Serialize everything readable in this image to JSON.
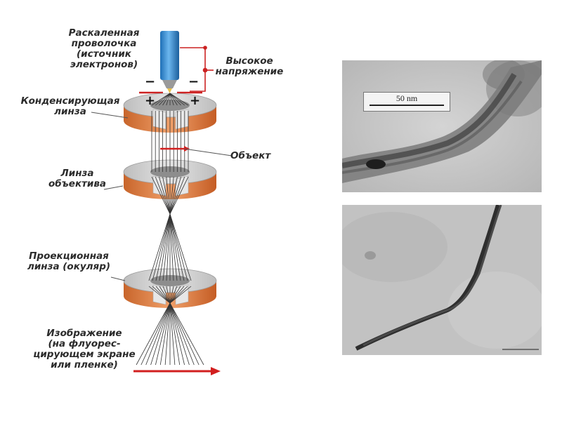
{
  "diagram": {
    "labels": {
      "filament": "Раскаленная\nпроволочка\n(источник\nэлектронов)",
      "high_voltage": "Высокое\nнапряжение",
      "condenser": "Конденсирующая\nлинза",
      "object": "Объект",
      "objective": "Линза\nобъектива",
      "projection": "Проекционная\nлинза (окуляр)",
      "image": "Изображение\n(на флуорес-\nцирующем экране\nили пленке)"
    },
    "signs": {
      "minus": "−",
      "plus": "+"
    },
    "colors": {
      "lens_gray": "#cfcfcf",
      "lens_orange": "#e2874a",
      "filament_blue": "#3f8fd0",
      "wire_red": "#cc2222",
      "arrow_red": "#d21f1f"
    }
  },
  "micrographs": {
    "top": {
      "scale_label": "50 nm"
    },
    "bottom": {}
  }
}
